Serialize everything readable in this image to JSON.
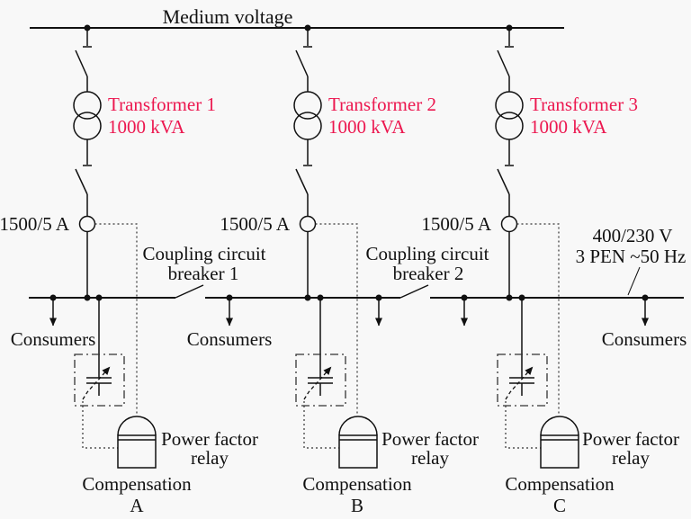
{
  "colors": {
    "background": "#f8f8f8",
    "line": "#111111",
    "accent_red": "#ec174f"
  },
  "header": {
    "title": "Medium voltage"
  },
  "lv_bus": {
    "voltage": "400/230 V",
    "system": "3 PEN ~50 Hz"
  },
  "transformers": [
    {
      "name": "Transformer 1",
      "rating": "1000 kVA",
      "ct_ratio": "1500/5 A"
    },
    {
      "name": "Transformer 2",
      "rating": "1000 kVA",
      "ct_ratio": "1500/5 A"
    },
    {
      "name": "Transformer 3",
      "rating": "1000 kVA",
      "ct_ratio": "1500/5 A"
    }
  ],
  "coupling_breakers": [
    {
      "label_line1": "Coupling circuit",
      "label_line2": "breaker 1"
    },
    {
      "label_line1": "Coupling circuit",
      "label_line2": "breaker 2"
    }
  ],
  "consumers_label": "Consumers",
  "compensations": [
    {
      "relay_line1": "Power factor",
      "relay_line2": "relay",
      "label": "Compensation",
      "letter": "A"
    },
    {
      "relay_line1": "Power factor",
      "relay_line2": "relay",
      "label": "Compensation",
      "letter": "B"
    },
    {
      "relay_line1": "Power factor",
      "relay_line2": "relay",
      "label": "Compensation",
      "letter": "C"
    }
  ]
}
